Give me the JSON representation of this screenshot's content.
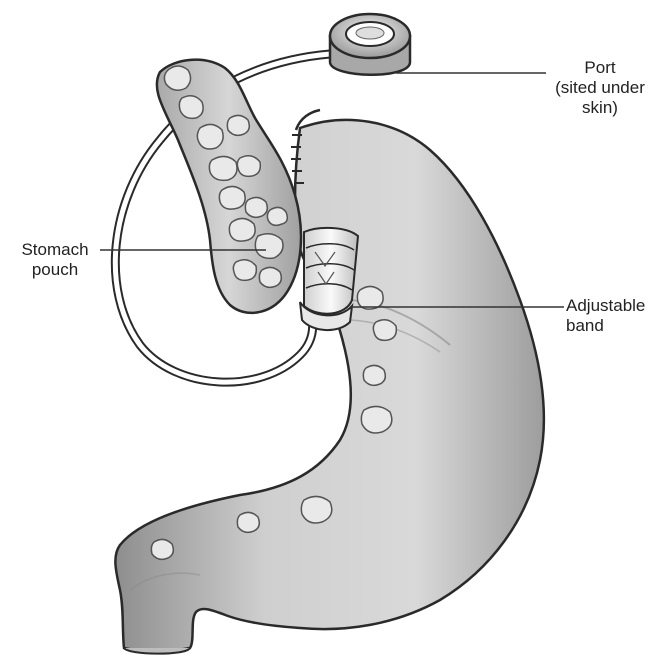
{
  "labels": {
    "port": "Port\n(sited under\nskin)",
    "stomach_pouch": "Stomach\npouch",
    "adjustable_band": "Adjustable\nband"
  },
  "colors": {
    "stomach_fill": "#cfcfcf",
    "stomach_shadow": "#9a9a9a",
    "outline": "#2a2a2a",
    "leader_line": "#333333",
    "label_text": "#222222"
  }
}
